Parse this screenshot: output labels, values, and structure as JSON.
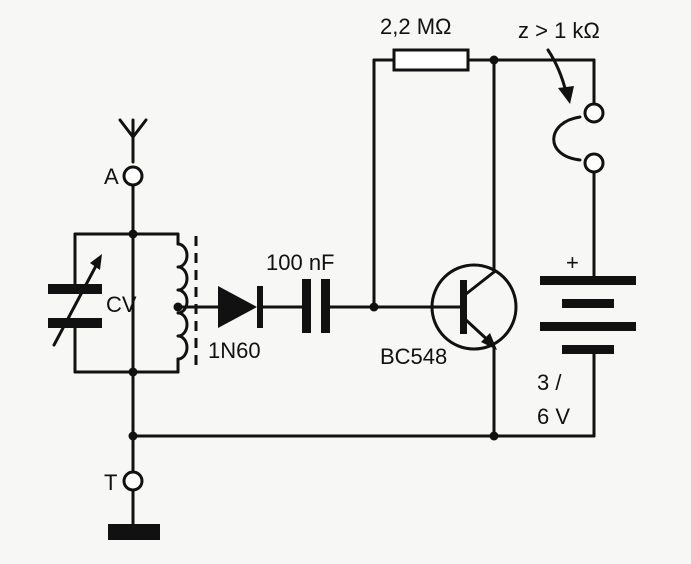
{
  "labels": {
    "antenna": "A",
    "ground": "T",
    "variable_capacitor": "CV",
    "diode": "1N60",
    "capacitor": "100 nF",
    "resistor": "2,2 MΩ",
    "transistor": "BC548",
    "earphone": "z > 1 kΩ",
    "battery_plus": "+",
    "battery_line1": "3 /",
    "battery_line2": "6 V"
  }
}
